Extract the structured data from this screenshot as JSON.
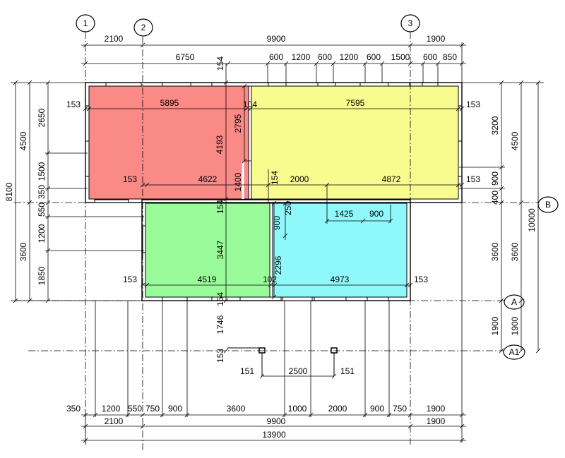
{
  "axes": {
    "a1": "1",
    "a2": "2",
    "a3": "3",
    "b": "B",
    "a": "A",
    "a1r": "A1"
  },
  "colors": {
    "red_room": "#fa8a86",
    "yellow_room": "#f8fb8e",
    "green_room": "#9afb9a",
    "cyan_room": "#8ef8fb",
    "line": "#000000"
  },
  "dims_top": {
    "d2100": "2100",
    "d9900": "9900",
    "d1900": "1900",
    "d6750": "6750",
    "d154": "154",
    "d600a": "600",
    "d1200a": "1200",
    "d600b": "600",
    "d1200b": "1200",
    "d600c": "600",
    "d1500": "1500",
    "d600d": "600",
    "d850": "850"
  },
  "dims_left": {
    "d8100": "8100",
    "d4500": "4500",
    "d3600": "3600",
    "d2650": "2650",
    "d1500": "1500",
    "d350": "350",
    "d550": "550",
    "d1200": "1200",
    "d1850": "1850"
  },
  "dims_right": {
    "d3200": "3200",
    "d4500": "4500",
    "d10000": "10000",
    "d900": "900",
    "d400": "400",
    "d3600a": "3600",
    "d3600b": "3600",
    "d1900a": "1900",
    "d1900b": "1900"
  },
  "dims_inner": {
    "d153a": "153",
    "d5895": "5895",
    "d104": "104",
    "d7595": "7595",
    "d153b": "153",
    "d2795": "2795",
    "d4193": "4193",
    "d1400": "1400",
    "d153c": "153",
    "d4622": "4622",
    "d154b": "154",
    "d2000": "2000",
    "d4872": "4872",
    "d153d": "153",
    "d154c": "154",
    "d250": "250",
    "d1425": "1425",
    "d900": "900",
    "d900v": "900",
    "d3447": "3447",
    "d2296": "2296",
    "d153e": "153",
    "d4519": "4519",
    "d102": "102",
    "d4973": "4973",
    "d153f": "153",
    "d154d": "154",
    "d1746": "1746",
    "d153g": "153",
    "d151a": "151",
    "d2500": "2500",
    "d151b": "151"
  },
  "dims_bottom": {
    "d350": "350",
    "d1200": "1200",
    "d550": "550",
    "d750a": "750",
    "d900a": "900",
    "d3600": "3600",
    "d1000": "1000",
    "d2000": "2000",
    "d900b": "900",
    "d750b": "750",
    "d1900": "1900",
    "t2100": "2100",
    "t9900": "9900",
    "t1900": "1900",
    "total": "13900"
  }
}
